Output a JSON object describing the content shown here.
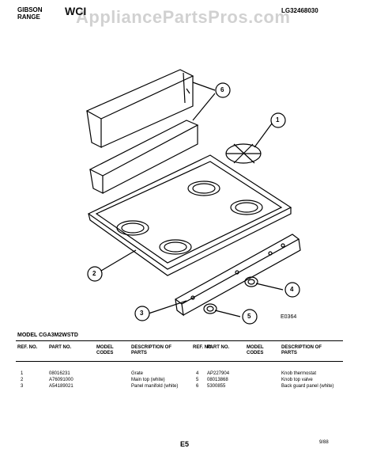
{
  "header": {
    "brand_line1": "GIBSON",
    "brand_line2": "RANGE",
    "center_logo": "WCI",
    "watermark": "AppliancePartsPros.com",
    "model_code": "LG32468030"
  },
  "diagram": {
    "code": "E0364",
    "callouts": [
      "1",
      "2",
      "3",
      "4",
      "5",
      "6"
    ]
  },
  "parts": {
    "model_line": "MODEL CGA3M2WSTD",
    "headers": {
      "ref_no": "REF. NO.",
      "part_no": "PART NO.",
      "model_codes": "MODEL CODES",
      "desc": "DESCRIPTION OF PARTS"
    },
    "left": [
      {
        "ref": "1",
        "part": "08016231",
        "desc": "Grate"
      },
      {
        "ref": "2",
        "part": "A76091000",
        "desc": "Main top (white)"
      },
      {
        "ref": "3",
        "part": "A54189021",
        "desc": "Panel manifold (white)"
      }
    ],
    "right": [
      {
        "ref": "4",
        "part": "AP227904",
        "desc": "Knob thermostat"
      },
      {
        "ref": "5",
        "part": "08013868",
        "desc": "Knob top valve"
      },
      {
        "ref": "6",
        "part": "5300855",
        "desc": "Back guard panel (white)"
      }
    ]
  },
  "footer": {
    "page": "E5",
    "date": "9/88"
  }
}
